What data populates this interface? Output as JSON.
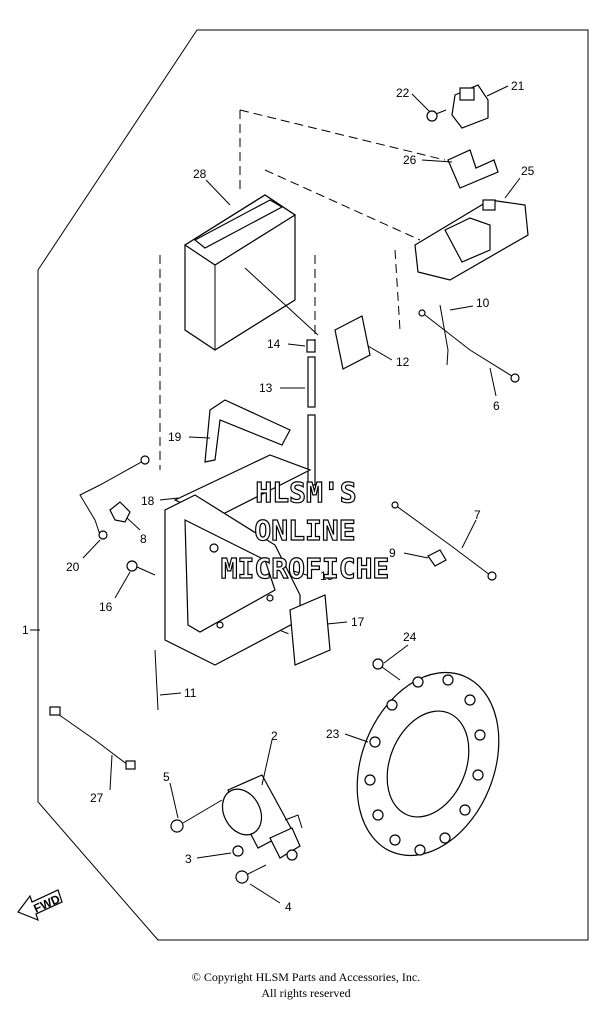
{
  "watermark": {
    "line1": "HLSM'S",
    "line2": "ONLINE",
    "line3": "MICROFICHE"
  },
  "fwd_label": "FWD",
  "parts": {
    "p1": "1",
    "p2": "2",
    "p3": "3",
    "p4": "4",
    "p5": "5",
    "p6": "6",
    "p7": "7",
    "p8": "8",
    "p9": "9",
    "p10": "10",
    "p11": "11",
    "p12": "12",
    "p13": "13",
    "p14": "14",
    "p15": "15",
    "p16": "16",
    "p17": "17",
    "p18": "18",
    "p19": "19",
    "p20": "20",
    "p21": "21",
    "p22": "22",
    "p23": "23",
    "p24": "24",
    "p25": "25",
    "p26": "26",
    "p27": "27",
    "p28": "28"
  },
  "footer": {
    "copyright": "© Copyright HLSM Parts and Accessories, Inc.",
    "rights": "All rights reserved"
  }
}
